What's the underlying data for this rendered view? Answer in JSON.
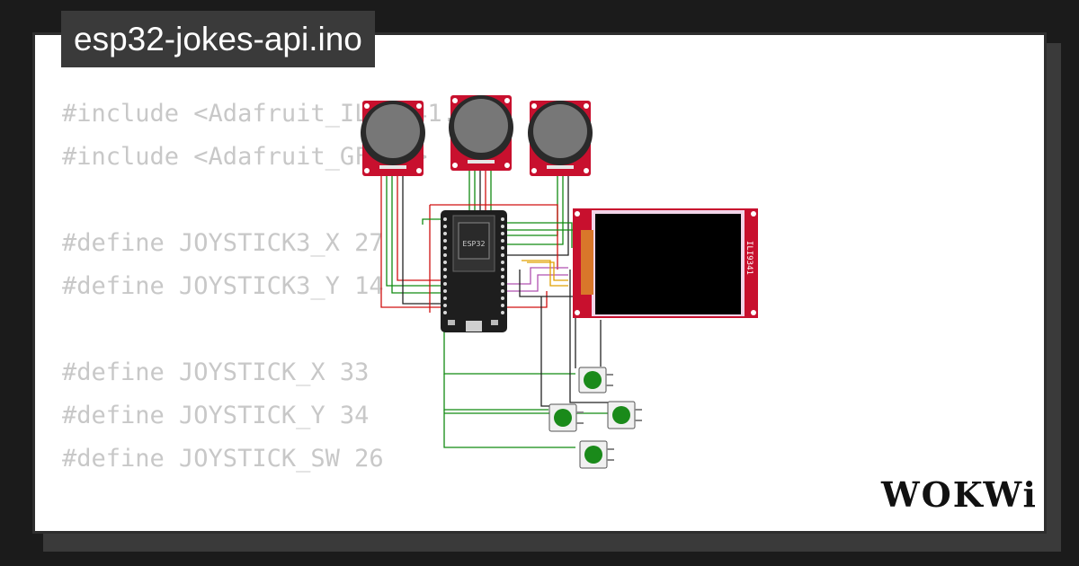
{
  "project": {
    "filename": "esp32-jokes-api.ino"
  },
  "code_lines": [
    "#include <Adafruit_ILI9341.h>",
    "#include <Adafruit_GFX.h>",
    "",
    "#define JOYSTICK3_X 27",
    "#define JOYSTICK3_Y 14",
    "",
    "#define JOYSTICK_X 33",
    "#define JOYSTICK_Y 34",
    "#define JOYSTICK_SW 26"
  ],
  "components": {
    "mcu_label": "ESP32",
    "display_label": "ILI9341"
  },
  "brand": {
    "logo": "WOKWi"
  },
  "colors": {
    "pcb_red": "#c8102e",
    "board_black": "#1e1e1e",
    "button_green": "#1a8a1a",
    "wire_green": "#128a12",
    "wire_red": "#d01010"
  }
}
